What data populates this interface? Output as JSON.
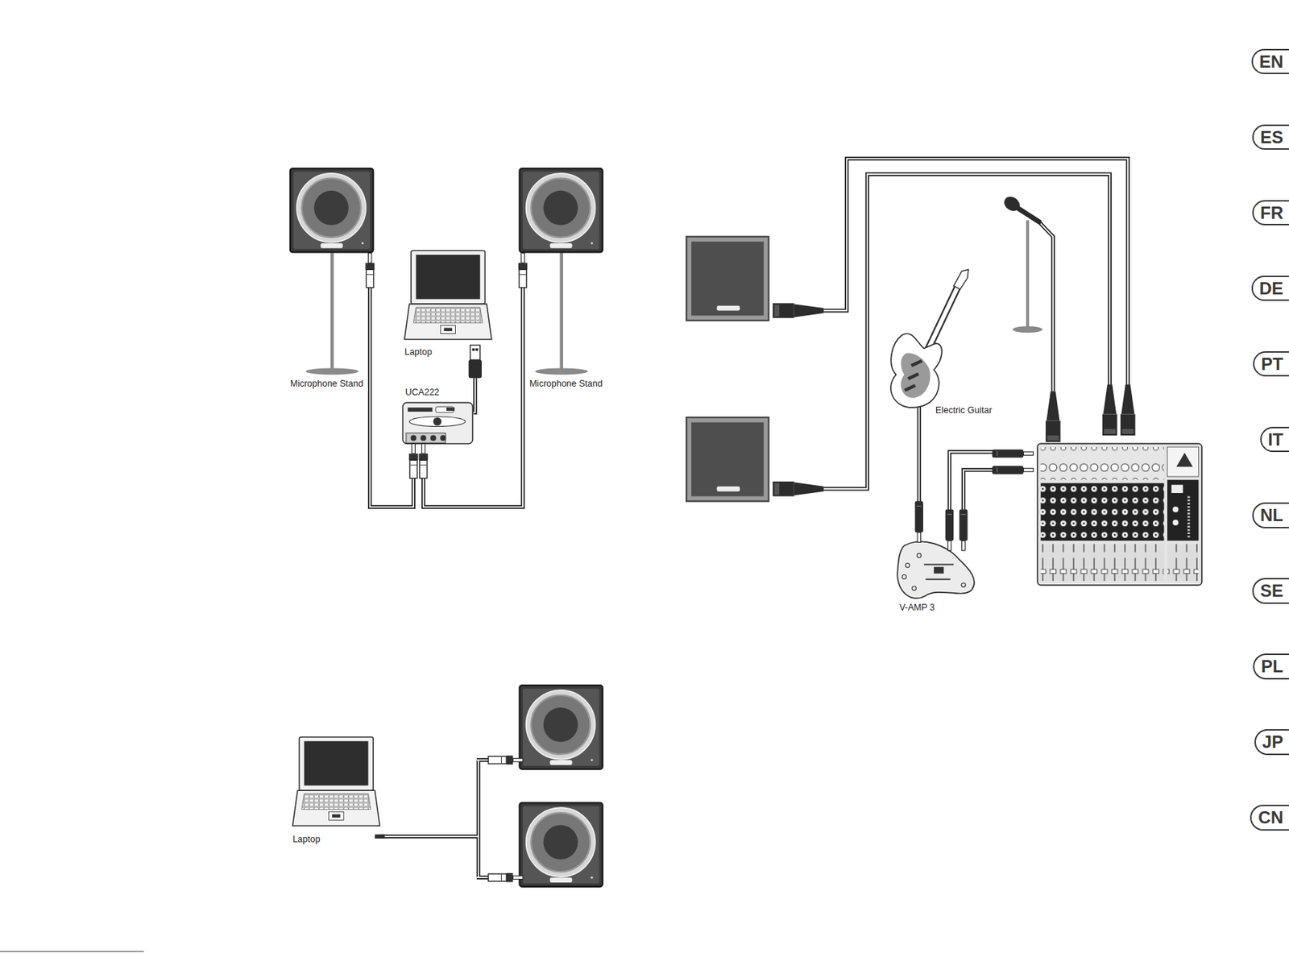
{
  "diagram": {
    "nodes": [
      {
        "text": [
          "EN"
        ]
      },
      {
        "text": [
          "ES"
        ]
      },
      {
        "text": [
          "FR"
        ]
      },
      {
        "text": [
          "DE"
        ]
      },
      {
        "text": [
          "PT"
        ]
      },
      {
        "text": [
          "IT"
        ]
      },
      {
        "text": [
          "NL"
        ]
      },
      {
        "text": [
          "SE"
        ]
      },
      {
        "text": [
          "PL"
        ]
      },
      {
        "text": [
          "JP"
        ]
      },
      {
        "text": [
          "CN"
        ]
      }
    ],
    "labels": [
      "Laptop",
      "Microphone Stand",
      "Microphone Stand",
      "UCA222",
      "Electric Guitar",
      "V-AMP 3",
      "Laptop"
    ]
  }
}
